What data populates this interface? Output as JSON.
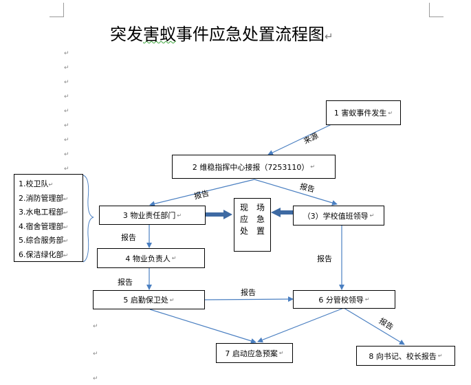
{
  "document": {
    "title_parts": [
      "突发",
      "害蚁",
      "事件应急处置流程图"
    ],
    "paragraph_mark": "↵"
  },
  "boxes": {
    "b1": "1 害蚁事件发生",
    "b2": "2 维稳指挥中心接报（7253110）",
    "b3": "3 物业责任部门",
    "b3b": "（3）学校值班领导",
    "b4": "4 物业负责人",
    "b5": "5 启勤保卫处",
    "b6": "6 分管校领导",
    "b7": "7 启动应急预案",
    "b8": "8 向书记、校长报告"
  },
  "center": [
    "现　场",
    "应　急",
    "处　置"
  ],
  "departments": [
    "1.校卫队",
    "2.消防管理部",
    "3.水电工程部",
    "4.宿舍管理部",
    "5.综合服务部",
    "6.保洁绿化部"
  ],
  "labels": {
    "source": "来源",
    "report": "报告"
  },
  "colors": {
    "arrow": "#4a7fc1",
    "thick_arrow": "#3e6aa3",
    "wavy": "#3aa43a"
  }
}
